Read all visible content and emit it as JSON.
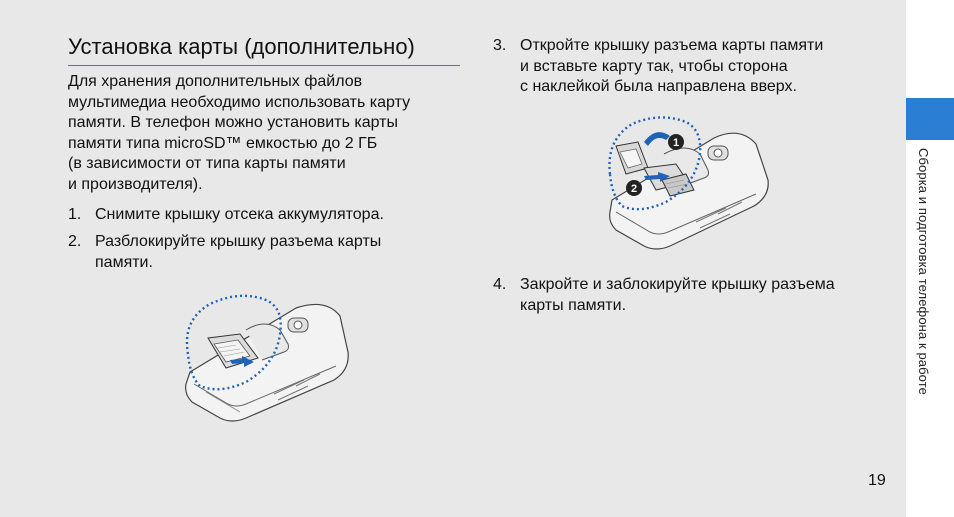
{
  "title": "Установка карты (дополнительно)",
  "intro_lines": [
    "Для хранения дополнительных файлов",
    "мультимедиа необходимо использовать карту",
    "памяти. В телефон можно установить карты",
    "памяти типа microSD™ емкостью до 2 ГБ",
    "(в зависимости от типа карты памяти",
    "и производителя)."
  ],
  "steps": [
    {
      "num": "1.",
      "lines": [
        "Снимите крышку отсека аккумулятора."
      ]
    },
    {
      "num": "2.",
      "lines": [
        "Разблокируйте крышку разъема карты",
        "памяти."
      ]
    },
    {
      "num": "3.",
      "lines": [
        "Откройте крышку разъема карты памяти",
        "и вставьте карту так, чтобы сторона",
        "с наклейкой была направлена вверх."
      ]
    },
    {
      "num": "4.",
      "lines": [
        "Закройте и заблокируйте крышку разъема",
        "карты памяти."
      ]
    }
  ],
  "side_label": "Сборка и подготовка телефона к работе",
  "page_number": "19",
  "callouts": {
    "one": "1",
    "two": "2"
  },
  "colors": {
    "accent": "#2a7fd4",
    "page": "#e8e8e8",
    "dotted_circle": "#1f63b8",
    "arrow": "#1f63b8"
  }
}
